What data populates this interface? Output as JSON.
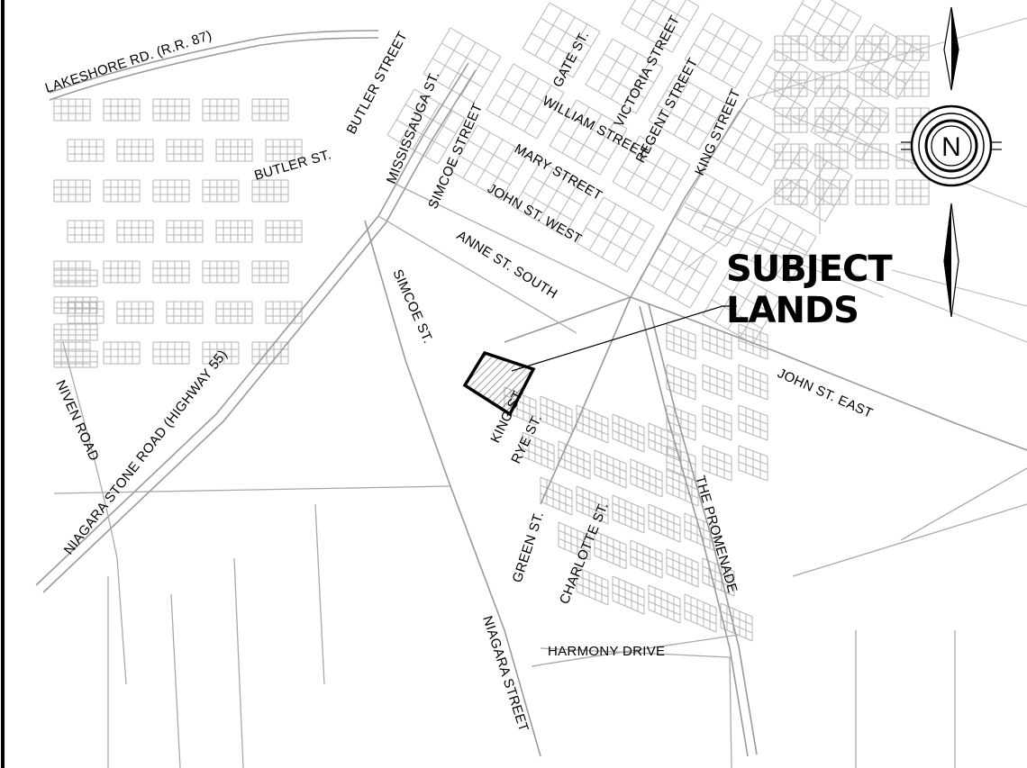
{
  "subject": {
    "label_line1": "SUBJECT",
    "label_line2": "LANDS"
  },
  "north_arrow": {
    "letter": "N",
    "icon": "north-arrow-icon"
  },
  "streets": {
    "lakeshore": "LAKESHORE RD. (R.R. 87)",
    "butler_street": "BUTLER STREET",
    "butler_st": "BUTLER ST.",
    "mississauga": "MISSISSAUGA ST.",
    "simcoe_street": "SIMCOE STREET",
    "gate": "GATE ST.",
    "william": "WILLIAM STREET",
    "victoria": "VICTORIA STREET",
    "regent": "REGENT STREET",
    "king_street": "KING STREET",
    "mary": "MARY STREET",
    "john_west": "JOHN ST. WEST",
    "anne_south": "ANNE ST. SOUTH",
    "simcoe_st": "SIMCOE ST.",
    "niagara_stone": "NIAGARA STONE ROAD (HIGHWAY 55)",
    "niven": "NIVEN ROAD",
    "king_st": "KING ST.",
    "rye": "RYE ST.",
    "john_east": "JOHN ST. EAST",
    "promenade": "THE PROMENADE",
    "green": "GREEN ST.",
    "charlotte": "CHARLOTTE ST.",
    "niagara_street": "NIAGARA STREET",
    "harmony": "HARMONY DRIVE"
  },
  "colors": {
    "ink": "#000000",
    "linework": "#b5b5b5",
    "frame": "#000000"
  }
}
